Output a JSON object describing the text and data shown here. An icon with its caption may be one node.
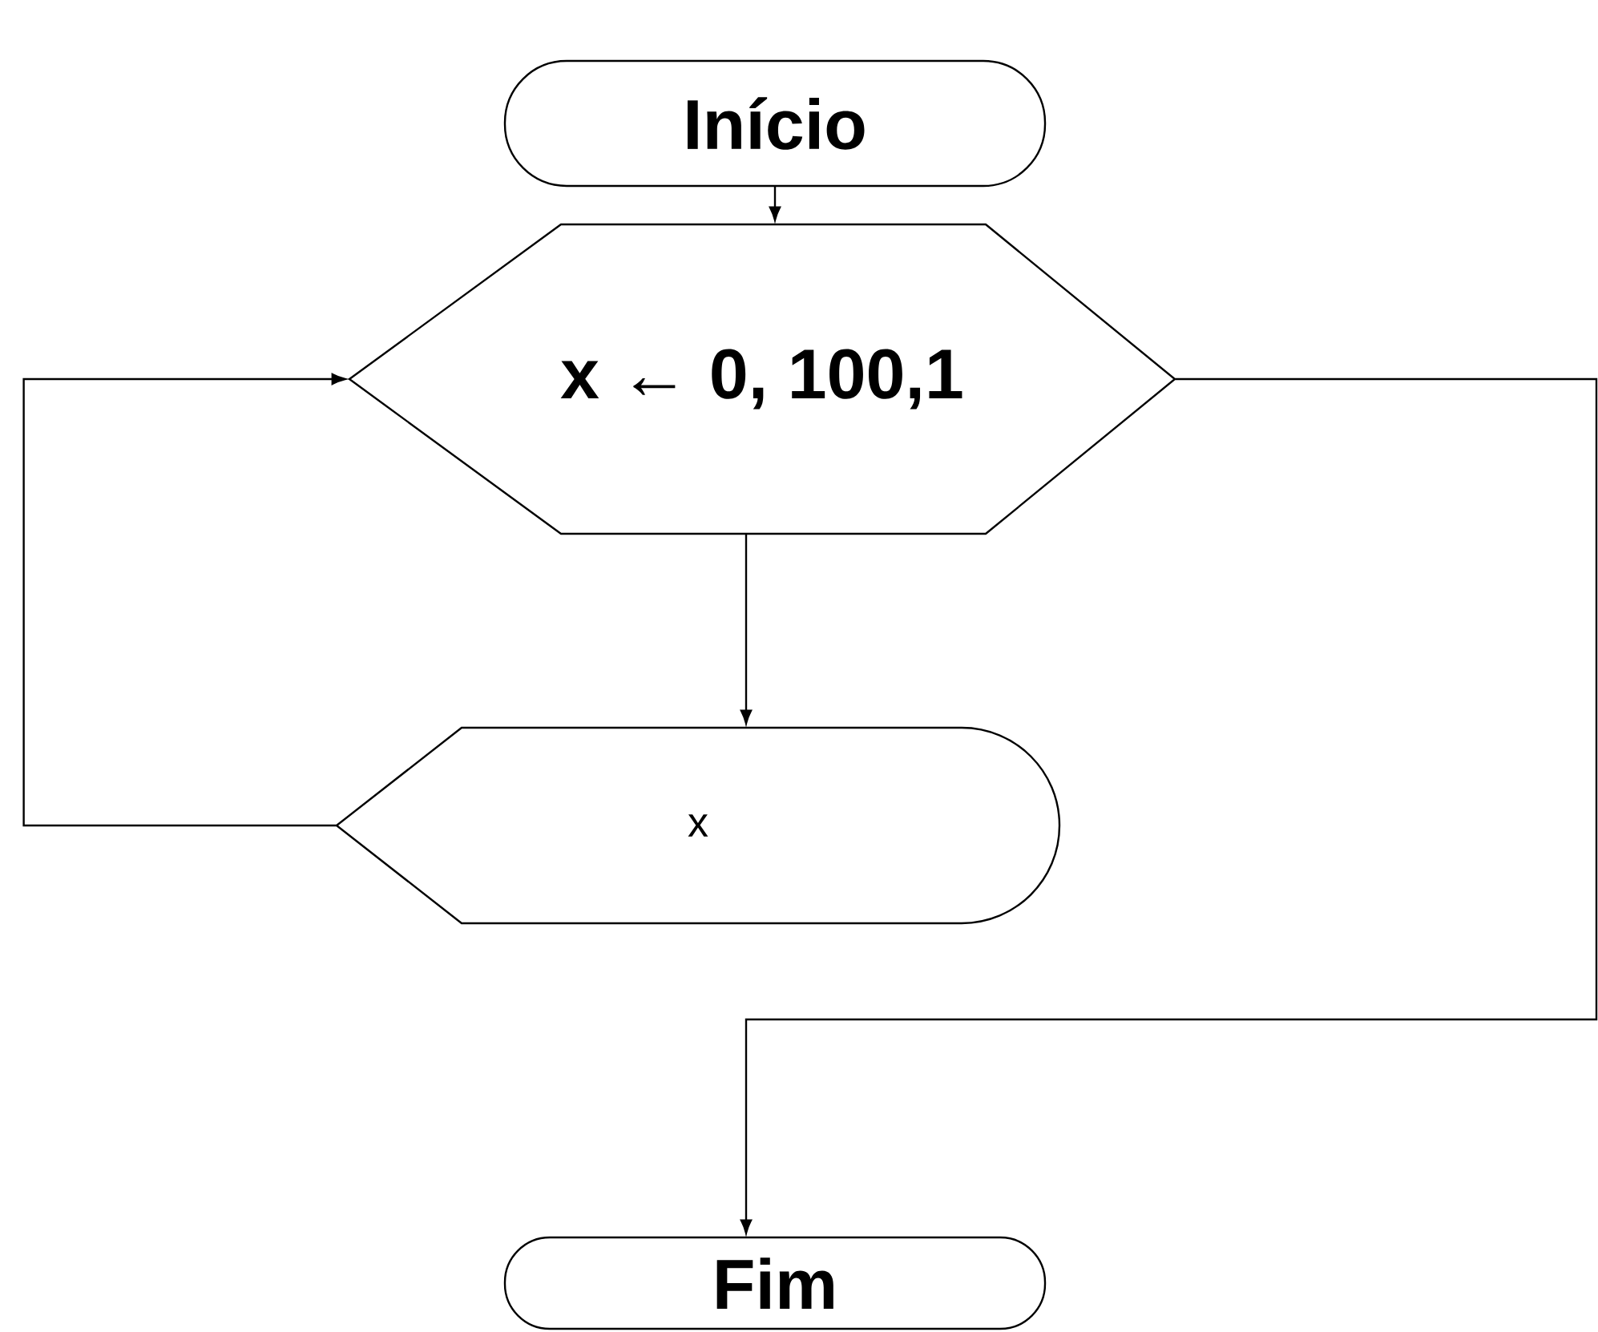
{
  "diagram": {
    "nodes": [
      {
        "text": [
          "Início"
        ]
      },
      {
        "text": [
          "x ← 0, 100,1"
        ]
      },
      {
        "text": [
          "x"
        ]
      },
      {
        "text": [
          "Fim"
        ]
      }
    ],
    "edges": [
      {
        "from": 0,
        "to": 1,
        "arrow": "to"
      },
      {
        "from": 1,
        "to": 2,
        "arrow": "to"
      },
      {
        "from": 2,
        "to": 1,
        "arrow": "to"
      },
      {
        "from": 1,
        "to": 3,
        "arrow": "to"
      }
    ]
  }
}
